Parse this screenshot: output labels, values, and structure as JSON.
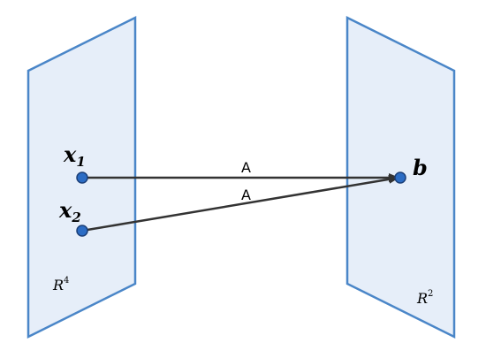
{
  "colors": {
    "plane_fill": "#e6eef9",
    "plane_stroke": "#4a86c8",
    "point_fill": "#2b6cc4",
    "arrow": "#333333"
  },
  "left_space": {
    "symbol": "R",
    "exponent": "4",
    "points": [
      {
        "label": "x",
        "subscript": "1"
      },
      {
        "label": "x",
        "subscript": "2"
      }
    ]
  },
  "right_space": {
    "symbol": "R",
    "exponent": "2",
    "target": {
      "label": "b"
    }
  },
  "mappings": [
    {
      "from": "x1",
      "to": "b",
      "label": "A"
    },
    {
      "from": "x2",
      "to": "b",
      "label": "A"
    }
  ]
}
